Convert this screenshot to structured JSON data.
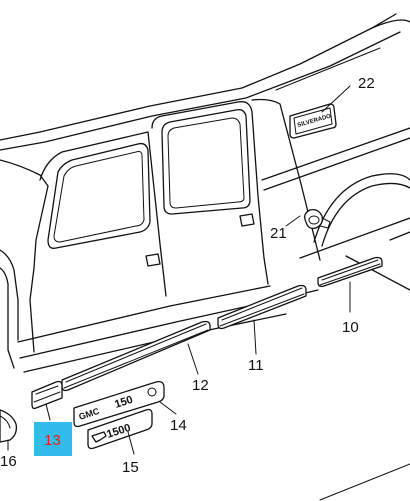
{
  "diagram": {
    "callouts": [
      {
        "id": "10",
        "label": "10"
      },
      {
        "id": "11",
        "label": "11"
      },
      {
        "id": "12",
        "label": "12"
      },
      {
        "id": "13",
        "label": "13",
        "highlighted": true
      },
      {
        "id": "14",
        "label": "14"
      },
      {
        "id": "15",
        "label": "15"
      },
      {
        "id": "16",
        "label": "16"
      },
      {
        "id": "21",
        "label": "21"
      },
      {
        "id": "22",
        "label": "22"
      }
    ],
    "badges": {
      "silverado": "SILVERADO",
      "gmc": "GMC",
      "gmc_number": "150",
      "chevy_number": "1500"
    },
    "colors": {
      "highlight_box": "#33bbee",
      "highlight_text": "#d9221b",
      "line": "#111111"
    }
  }
}
